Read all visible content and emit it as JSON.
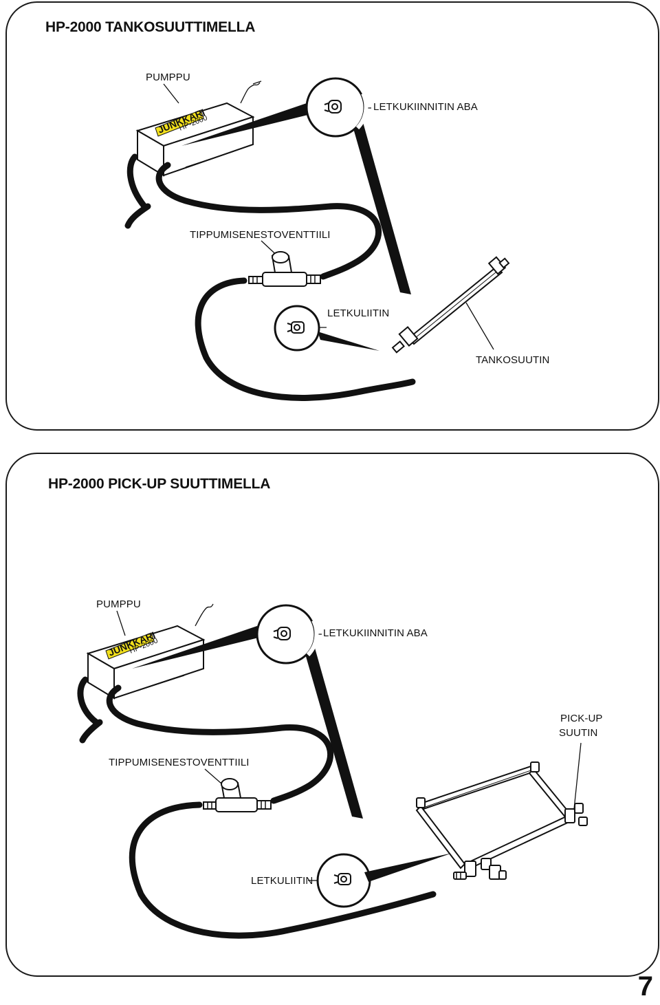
{
  "panel_top": {
    "title": "HP-2000 TANKOSUUTTIMELLA",
    "labels": {
      "pump": "PUMPPU",
      "hose_connector_aba": "LETKUKIINNITIN ABA",
      "anti_drip_valve": "TIPPUMISENESTOVENTTIILI",
      "hose_connector": "LETKULIITIN",
      "bar_nozzle": "TANKOSUUTIN"
    },
    "pump_brand": "JUNKKARI",
    "pump_model": "HP-2000"
  },
  "panel_bottom": {
    "title": "HP-2000  PICK-UP SUUTTIMELLA",
    "labels": {
      "pump": "PUMPPU",
      "hose_connector_aba": "LETKUKIINNITIN ABA",
      "pickup_nozzle_line1": "PICK-UP",
      "pickup_nozzle_line2": "SUUTIN",
      "anti_drip_valve": "TIPPUMISENESTOVENTTIILI",
      "hose_connector": "LETKULIITIN"
    },
    "pump_brand": "JUNKKARI",
    "pump_model": "HP-2000"
  },
  "page_number": "7",
  "colors": {
    "ink": "#111111",
    "brand_yellow": "#f2e01c"
  }
}
